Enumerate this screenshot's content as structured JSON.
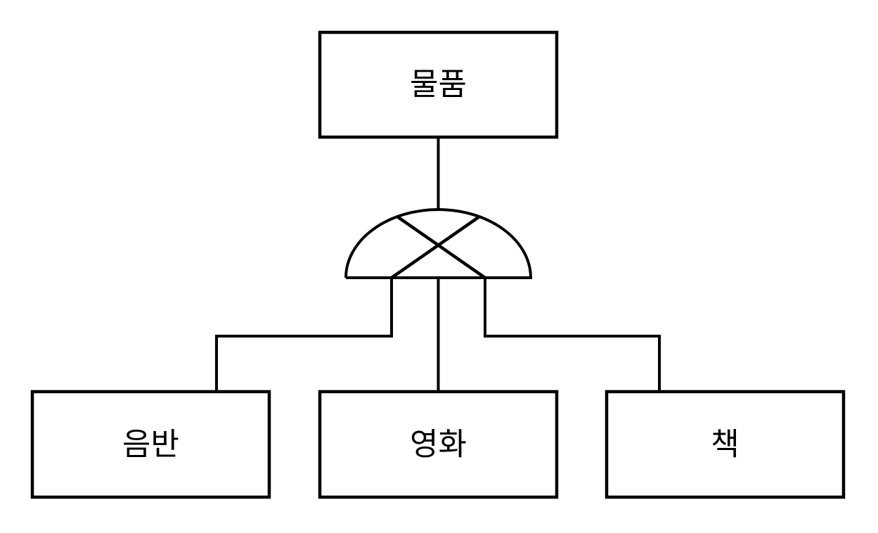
{
  "diagram": {
    "root": {
      "label": "물품"
    },
    "children": [
      {
        "label": "음반"
      },
      {
        "label": "영화"
      },
      {
        "label": "책"
      }
    ],
    "constraint_icon": "exclusive-arc-with-cross-icon",
    "colors": {
      "stroke": "#000000",
      "box_fill": "#ffffff",
      "text": "#000000",
      "background": "#ffffff"
    }
  }
}
